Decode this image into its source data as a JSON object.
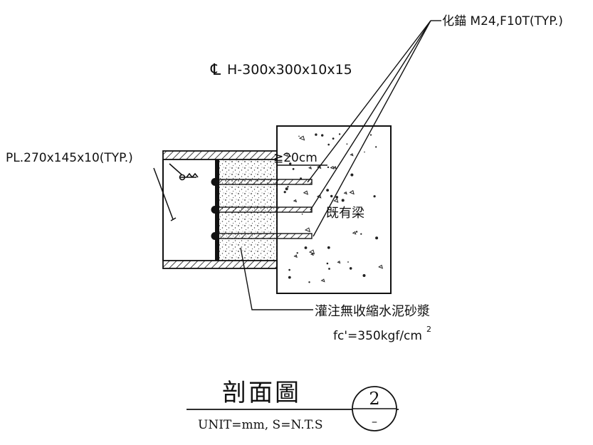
{
  "labels": {
    "anchor_bolt": "化錨 M24,F10T(TYP.)",
    "beam_centerline_symbol": "℄",
    "beam_section": "H-300x300x10x15",
    "plate": "PL.270x145x10(TYP.)",
    "embed_depth": "≧20cm",
    "existing_beam": "既有梁",
    "grout": "灌注無收縮水泥砂漿",
    "grout_strength": "fc'=350kgf/cm",
    "grout_strength_exp": "2"
  },
  "title_block": {
    "title": "剖面圖",
    "scale_note": "UNIT=mm, S=N.T.S",
    "detail_number": "2",
    "sheet_ref": "–"
  },
  "colors": {
    "line": "#111111",
    "background": "#ffffff"
  }
}
